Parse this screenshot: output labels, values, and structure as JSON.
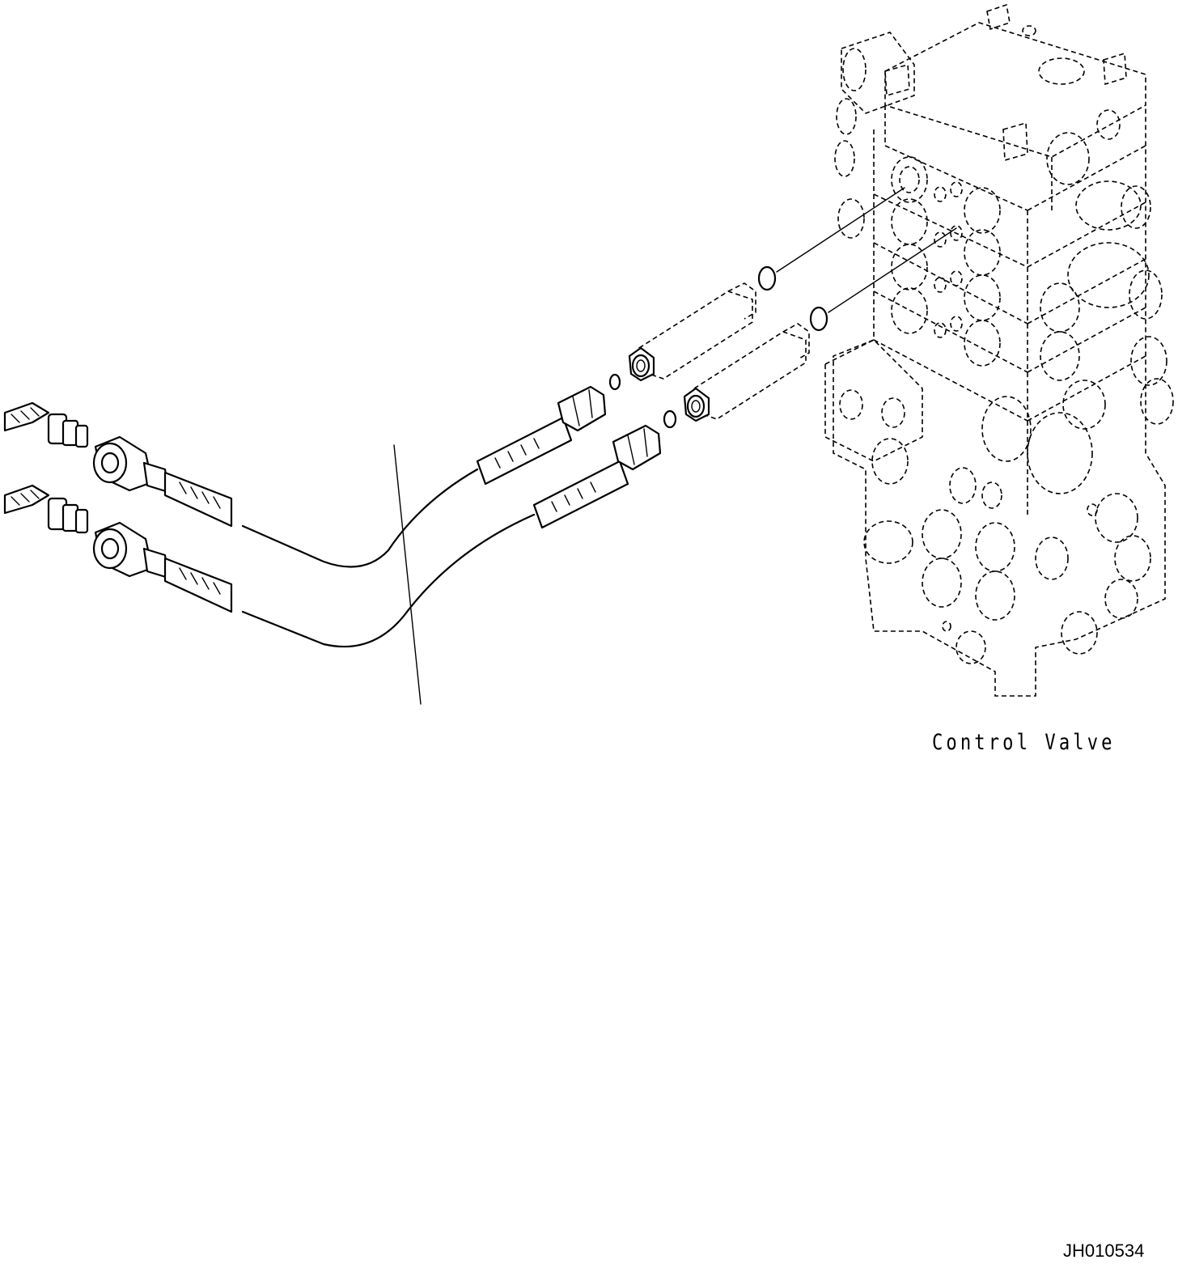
{
  "diagram": {
    "part_label": "Control Valve",
    "drawing_id": "JH010534",
    "colors": {
      "line": "#000000",
      "background": "#ffffff"
    },
    "components": [
      "hose-upper",
      "hose-lower",
      "hose-fitting-upper-left",
      "hose-fitting-lower-left",
      "hose-nut-upper-right",
      "hose-nut-lower-right",
      "adapter-upper",
      "adapter-lower",
      "o-ring-upper-1",
      "o-ring-upper-2",
      "o-ring-lower-1",
      "o-ring-lower-2",
      "control-valve-assembly"
    ]
  }
}
